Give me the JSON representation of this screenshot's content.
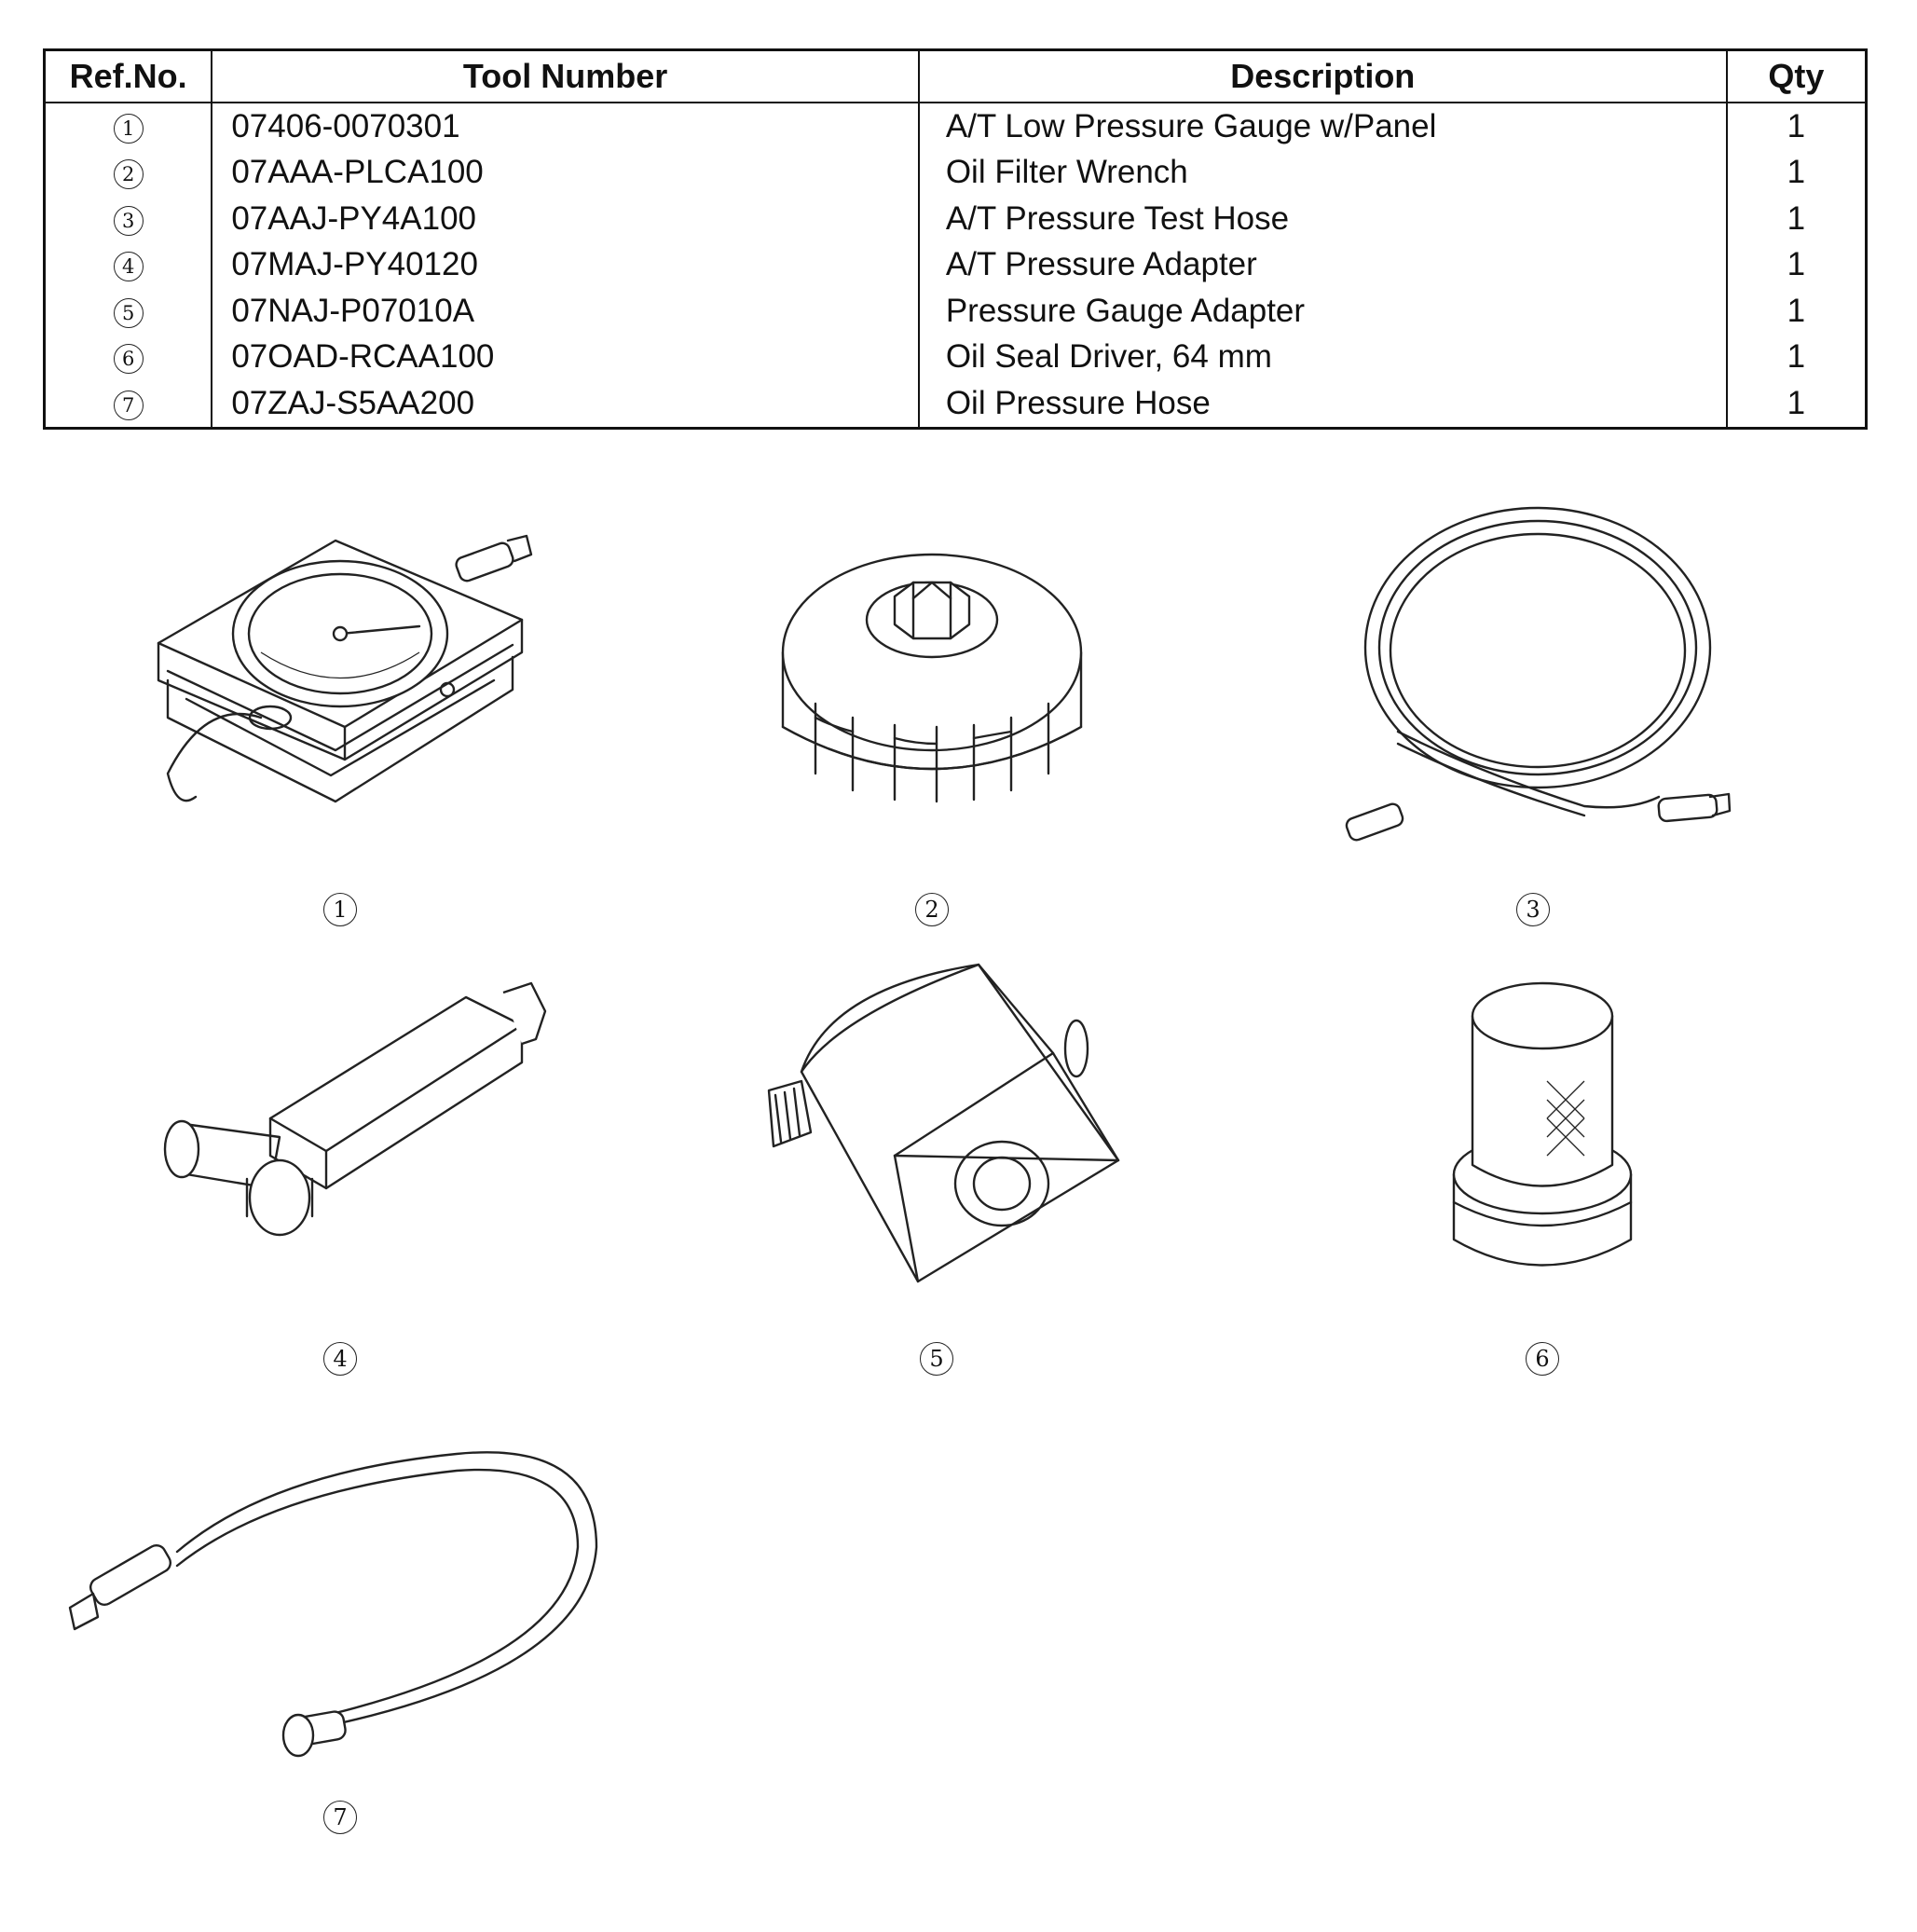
{
  "table": {
    "headers": {
      "ref": "Ref.No.",
      "tool_number": "Tool Number",
      "description": "Description",
      "qty": "Qty"
    },
    "rows": [
      {
        "ref": "1",
        "tool_number": "07406-0070301",
        "description": "A/T Low Pressure Gauge w/Panel",
        "qty": "1"
      },
      {
        "ref": "2",
        "tool_number": "07AAA-PLCA100",
        "description": "Oil Filter Wrench",
        "qty": "1"
      },
      {
        "ref": "3",
        "tool_number": "07AAJ-PY4A100",
        "description": "A/T Pressure Test Hose",
        "qty": "1"
      },
      {
        "ref": "4",
        "tool_number": "07MAJ-PY40120",
        "description": "A/T Pressure Adapter",
        "qty": "1"
      },
      {
        "ref": "5",
        "tool_number": "07NAJ-P07010A",
        "description": "Pressure Gauge Adapter",
        "qty": "1"
      },
      {
        "ref": "6",
        "tool_number": "07OAD-RCAA100",
        "description": "Oil Seal Driver, 64 mm",
        "qty": "1"
      },
      {
        "ref": "7",
        "tool_number": "07ZAJ-S5AA200",
        "description": "Oil Pressure Hose",
        "qty": "1"
      }
    ]
  },
  "figures": [
    {
      "ref": "1",
      "icon": "pressure-gauge-panel-icon"
    },
    {
      "ref": "2",
      "icon": "oil-filter-wrench-icon"
    },
    {
      "ref": "3",
      "icon": "pressure-test-hose-icon"
    },
    {
      "ref": "4",
      "icon": "pressure-adapter-icon"
    },
    {
      "ref": "5",
      "icon": "gauge-adapter-block-icon"
    },
    {
      "ref": "6",
      "icon": "oil-seal-driver-icon"
    },
    {
      "ref": "7",
      "icon": "oil-pressure-hose-icon"
    }
  ]
}
